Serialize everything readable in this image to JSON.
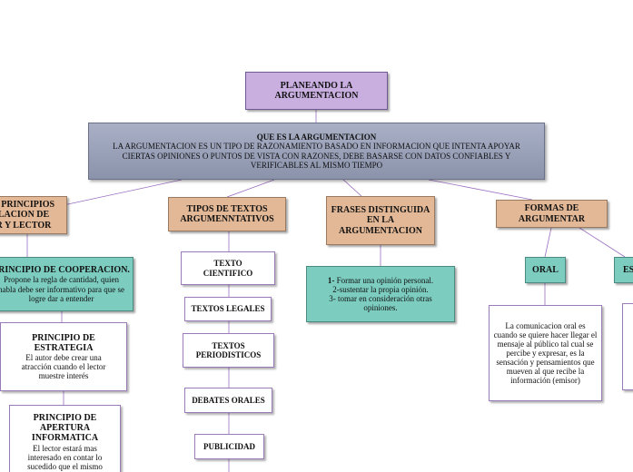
{
  "root": {
    "title": "PLANEANDO LA ARGUMENTACION"
  },
  "definition": {
    "title": "QUE ES LA ARGUMENTACION",
    "text": "LA ARGUMENTACION ES UN TIPO DE RAZONAMIENTO BASADO EN INFORMACION QUE INTENTA APOYAR CIERTAS OPINIONES O PUNTOS DE VISTA CON RAZONES, DEBE BASARSE CON DATOS CONFIABLES Y VERIFICABLES AL MISMO TIEMPO"
  },
  "branches": {
    "principles": {
      "label": "Y PRINCIPIOS\nLACION DE\nR Y LECTOR"
    },
    "types": {
      "label": "TIPOS DE TEXTOS ARGUMENNTATIVOS"
    },
    "phrases": {
      "label": "FRASES DISTINGUIDA EN LA ARGUMENTACION"
    },
    "forms": {
      "label": "FORMAS DE ARGUMENTAR"
    }
  },
  "principles": {
    "cooperation": {
      "title": "PRINCIPIO DE COOPERACION.",
      "text": "Propone la regla de cantidad, quien habla debe ser informativo para que se logre dar a entender"
    },
    "strategy": {
      "title": "PRINCIPIO DE ESTRATEGIA",
      "text": "El autor debe crear una atracción cuando el lector muestre interés"
    },
    "openness": {
      "title": "PRINCIPIO DE APERTURA INFORMATICA",
      "text": "El lector estará mas interesado en contar lo sucedido que el mismo"
    }
  },
  "text_types": [
    "TEXTO CIENTIFICO",
    "TEXTOS LEGALES",
    "TEXTOS PERIODISTICOS",
    "DEBATES ORALES",
    "PUBLICIDAD"
  ],
  "phrases_list": {
    "item1_num": "1-",
    "item1_text": " Formar una opinión personal.",
    "item2": "2-sustentar la propia opinión.",
    "item3": "3- tomar en consideración otras opiniones."
  },
  "forms": {
    "oral": {
      "label": "ORAL",
      "text": "La comunicacion oral  es cuando se quiere hacer llegar el mensaje al público tal cual se percibe y expresar, es la sensación y pensamientos que mueven al que recibe la información (emisor)"
    },
    "written": {
      "label": "ES"
    }
  },
  "colors": {
    "root": "#c9aee0",
    "definition": "#9aa1b8",
    "branch": "#e3b896",
    "highlight": "#7ccdc0",
    "link": "#9a6ec0"
  }
}
